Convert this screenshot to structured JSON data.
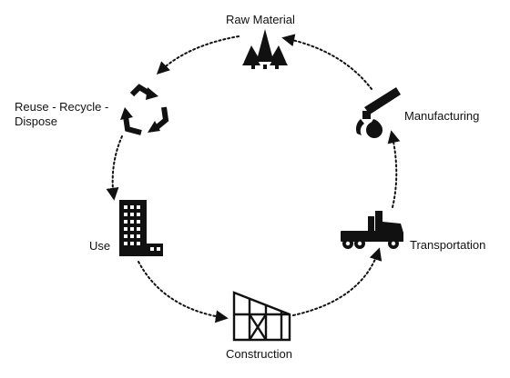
{
  "diagram": {
    "stages": {
      "raw_material": "Raw Material",
      "manufacturing": "Manufacturing",
      "transportation": "Transportation",
      "construction": "Construction",
      "use": "Use",
      "reuse": "Reuse - Recycle - Dispose"
    },
    "icons": {
      "raw_material": "trees-icon",
      "manufacturing": "crane-claw-icon",
      "transportation": "truck-icon",
      "construction": "building-frame-icon",
      "use": "office-building-icon",
      "reuse": "recycle-icon"
    },
    "colors": {
      "ink": "#111111",
      "background": "#ffffff"
    }
  }
}
